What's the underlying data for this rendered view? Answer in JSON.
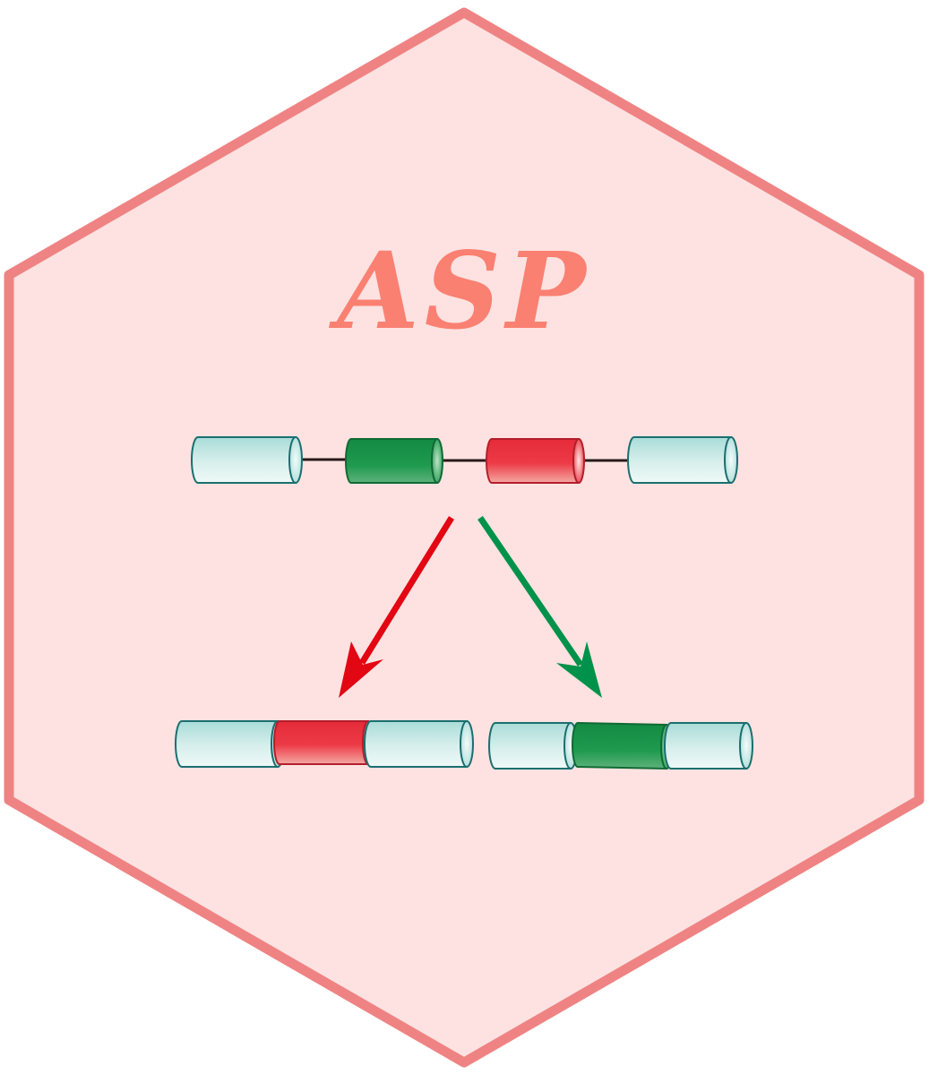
{
  "logo": {
    "title": "ASP"
  },
  "colors": {
    "hex_fill": "#fde2e1",
    "hex_border": "#ef8383",
    "title": "#fa8072",
    "constitutive_exon": "#c5e8e5",
    "constitutive_exon_edge": "#1b6f6f",
    "alt_exon_green": "#1e9a4e",
    "alt_exon_red": "#e8313f",
    "intron_line": "#2a1a1a",
    "arrow_red": "#e30613",
    "arrow_green": "#00924a"
  },
  "diagram": {
    "pre_mrna": [
      "constitutive-exon",
      "alternative-exon-green",
      "alternative-exon-red",
      "constitutive-exon"
    ],
    "isoform_left": [
      "constitutive-exon",
      "alternative-exon-red",
      "constitutive-exon"
    ],
    "isoform_right": [
      "constitutive-exon",
      "alternative-exon-green",
      "constitutive-exon"
    ]
  }
}
